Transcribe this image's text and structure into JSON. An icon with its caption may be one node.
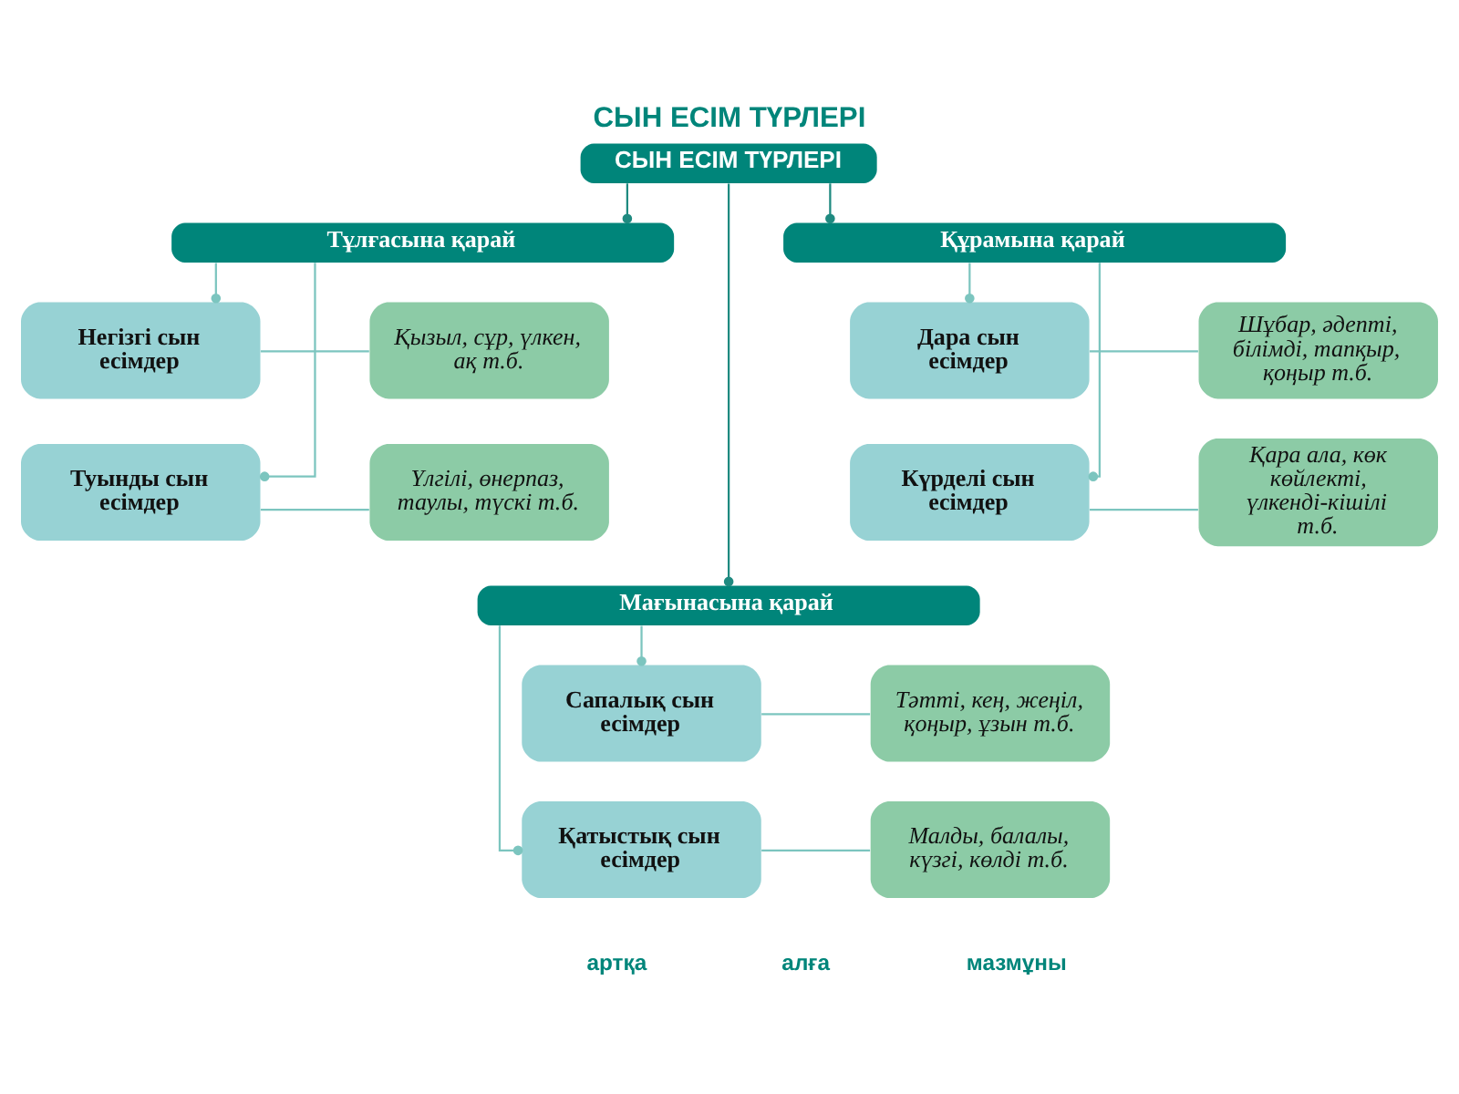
{
  "diagram": {
    "title": "СЫН ЕСІМ ТҮРЛЕРІ",
    "nodes": [
      {
        "text": [
          "СЫН ЕСІМ ТҮРЛЕРІ"
        ]
      },
      {
        "text": [
          "Тұлғасына қарай"
        ]
      },
      {
        "text": [
          "Негізгі сын есімдер"
        ]
      },
      {
        "text": [
          "Қызыл, сұр, үлкен, ақ т.б."
        ]
      },
      {
        "text": [
          "Туынды сын есімдер"
        ]
      },
      {
        "text": [
          "Үлгілі, өнерпаз, таулы, түскі т.б."
        ]
      },
      {
        "text": [
          "Құрамына қарай"
        ]
      },
      {
        "text": [
          "Дара сын есімдер"
        ]
      },
      {
        "text": [
          "Шұбар, әдепті, білімді, тапқыр, қоңыр т.б."
        ]
      },
      {
        "text": [
          "Күрделі сын есімдер"
        ]
      },
      {
        "text": [
          "Қара ала, көк көйлекті, үлкенді-кішілі т.б."
        ]
      },
      {
        "text": [
          "Мағынасына қарай"
        ]
      },
      {
        "text": [
          "Сапалық сын есімдер"
        ]
      },
      {
        "text": [
          "Тәтті, кең, жеңіл, қоңыр, ұзын т.б."
        ]
      },
      {
        "text": [
          "Қатыстық сын есімдер"
        ]
      },
      {
        "text": [
          "Малды, балалы, күзгі, көлді т.б."
        ]
      }
    ],
    "edges": [
      {
        "from": 0,
        "to": 1,
        "arrow": "other",
        "color": "#1f8a80"
      },
      {
        "from": 0,
        "to": 11,
        "arrow": "other",
        "color": "#1f8a80"
      },
      {
        "from": 0,
        "to": 6,
        "arrow": "other",
        "color": "#1f8a80"
      },
      {
        "from": 1,
        "to": 2,
        "arrow": "other"
      },
      {
        "from": 2,
        "to": 3,
        "arrow": "none"
      },
      {
        "from": 1,
        "to": 4,
        "arrow": "other"
      },
      {
        "from": 4,
        "to": 5,
        "arrow": "none"
      },
      {
        "from": 6,
        "to": 7,
        "arrow": "other"
      },
      {
        "from": 7,
        "to": 8,
        "arrow": "none"
      },
      {
        "from": 6,
        "to": 9,
        "arrow": "other"
      },
      {
        "from": 9,
        "to": 10,
        "arrow": "none"
      },
      {
        "from": 11,
        "to": 12,
        "arrow": "other"
      },
      {
        "from": 12,
        "to": 13,
        "arrow": "none"
      },
      {
        "from": 11,
        "to": 14,
        "arrow": "other"
      },
      {
        "from": 14,
        "to": 15,
        "arrow": "none"
      }
    ],
    "labels": [
      "артқа",
      "алға",
      "мазмұны"
    ]
  }
}
